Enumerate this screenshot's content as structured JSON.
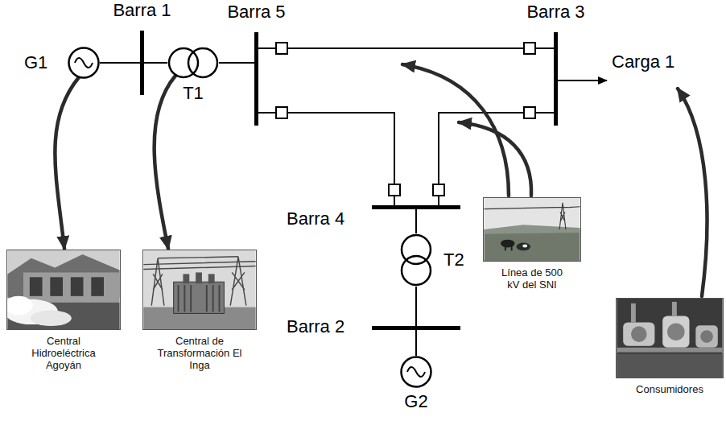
{
  "diagram": {
    "nodes": [
      {
        "text": [
          "G1"
        ]
      },
      {
        "text": [
          "Barra 1"
        ]
      },
      {
        "text": [
          "T1"
        ]
      },
      {
        "text": [
          "Barra 5"
        ]
      },
      {
        "text": [
          "Barra 3"
        ]
      },
      {
        "text": [
          "Barra 4"
        ]
      },
      {
        "text": [
          "T2"
        ]
      },
      {
        "text": [
          "Barra 2"
        ]
      },
      {
        "text": [
          "G2"
        ]
      },
      {
        "text": [
          "Central Hidroeléctrica Agoyán"
        ]
      },
      {
        "text": [
          "Central de Transformación El Inga"
        ]
      },
      {
        "text": [
          "Línea de 500 kV del SNI"
        ]
      },
      {
        "text": [
          "Consumidores"
        ]
      }
    ],
    "edges": [
      {
        "from": 0,
        "to": 1,
        "arrow": "none"
      },
      {
        "from": 1,
        "to": 2,
        "arrow": "none"
      },
      {
        "from": 2,
        "to": 3,
        "arrow": "none"
      },
      {
        "from": 3,
        "to": 4,
        "arrow": "none"
      },
      {
        "from": 3,
        "to": 5,
        "arrow": "none"
      },
      {
        "from": 5,
        "to": 4,
        "arrow": "none"
      },
      {
        "from": 5,
        "to": 6,
        "arrow": "none"
      },
      {
        "from": 6,
        "to": 7,
        "arrow": "none"
      },
      {
        "from": 7,
        "to": 8,
        "arrow": "none"
      },
      {
        "from": 0,
        "to": 9,
        "arrow": "to"
      },
      {
        "from": 2,
        "to": 10,
        "arrow": "to"
      }
    ],
    "labels": [
      "Carga 1"
    ]
  }
}
